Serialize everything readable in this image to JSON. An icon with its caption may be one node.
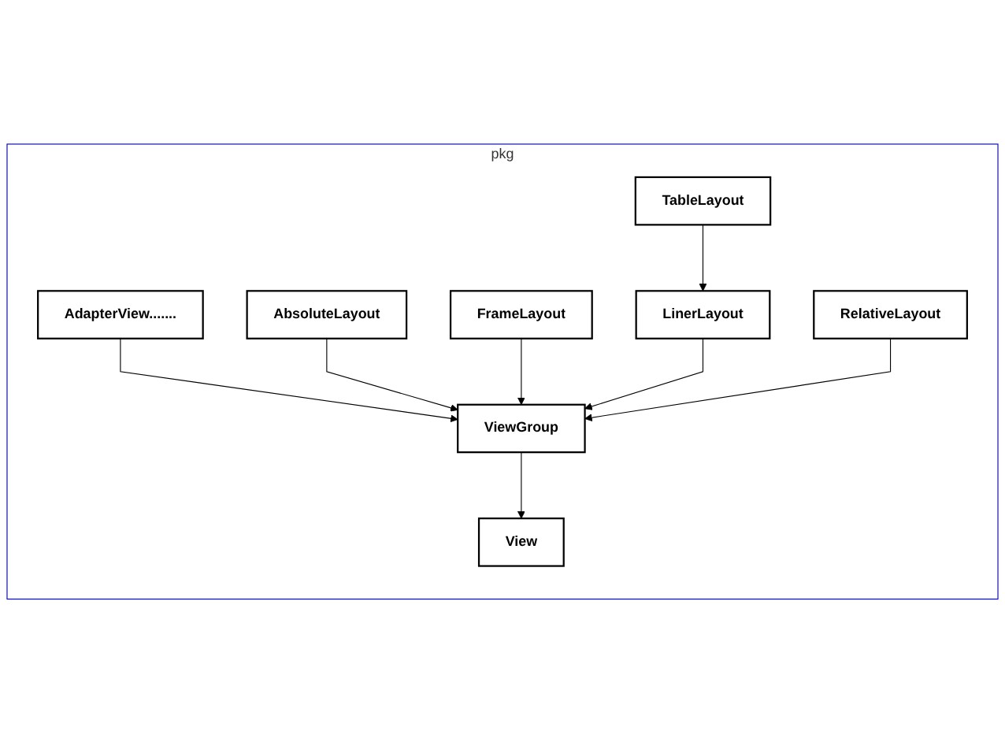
{
  "diagram": {
    "nodes": [
      {
        "text": [
          "pkg"
        ]
      },
      {
        "text": [
          "View"
        ],
        "in": 0
      },
      {
        "text": [
          "AdapterView......."
        ],
        "in": 0
      },
      {
        "text": [
          "ViewGroup"
        ],
        "in": 0
      },
      {
        "text": [
          "AbsoluteLayout"
        ],
        "in": 0
      },
      {
        "text": [
          "LinerLayout"
        ],
        "in": 0
      },
      {
        "text": [
          "RelativeLayout"
        ],
        "in": 0
      },
      {
        "text": [
          "FrameLayout"
        ],
        "in": 0
      },
      {
        "text": [
          "TableLayout"
        ],
        "in": 0
      }
    ],
    "edges": [
      {
        "from": 3,
        "to": 1,
        "arrow": "to"
      },
      {
        "from": 2,
        "to": 3,
        "arrow": "to"
      },
      {
        "from": 4,
        "to": 3,
        "arrow": "to"
      },
      {
        "from": 7,
        "to": 3,
        "arrow": "to"
      },
      {
        "from": 5,
        "to": 3,
        "arrow": "to"
      },
      {
        "from": 6,
        "to": 3,
        "arrow": "to"
      },
      {
        "from": 8,
        "to": 5,
        "arrow": "to"
      }
    ]
  }
}
